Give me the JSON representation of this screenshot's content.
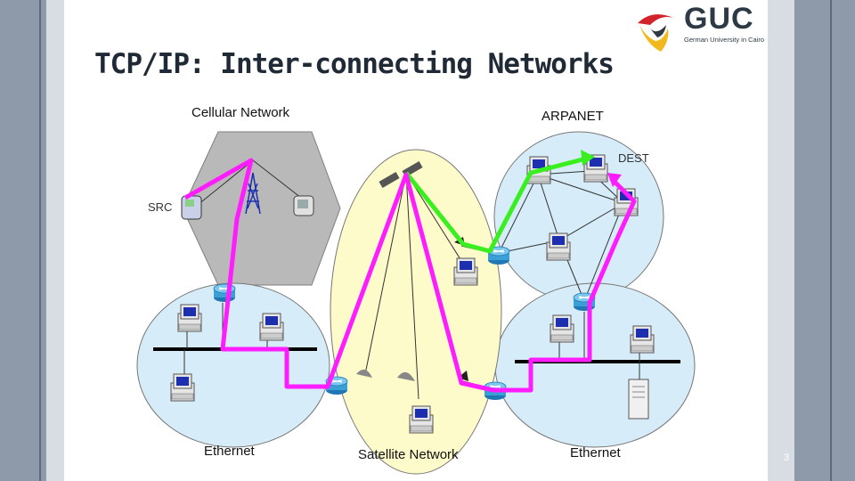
{
  "slide": {
    "title": "TCP/IP: Inter-connecting Networks",
    "page_number": "3"
  },
  "logo": {
    "name": "GUC",
    "subtitle": "German University in Cairo",
    "colors": {
      "red": "#d2232a",
      "yellow": "#f2b91e",
      "gray": "#2d3a45"
    }
  },
  "labels": {
    "cellular": "Cellular Network",
    "arpanet": "ARPANET",
    "dest": "DEST",
    "src": "SRC",
    "ethernet_left": "Ethernet",
    "satellite": "Satellite Network",
    "ethernet_right": "Ethernet"
  },
  "colors": {
    "cellular_fill": "#b9b9b9",
    "arpanet_fill": "#d6ecf8",
    "ethernet_fill": "#d6ecf8",
    "satellite_fill": "#fdfbc9",
    "path_magenta": "#ff1cff",
    "path_green": "#39ef1f",
    "router": "#3aa0d6"
  },
  "icons": [
    "computer-icon",
    "router-icon",
    "cell-tower-icon",
    "mobile-phone-icon",
    "pda-icon",
    "satellite-icon",
    "satellite-dish-icon",
    "server-icon"
  ]
}
